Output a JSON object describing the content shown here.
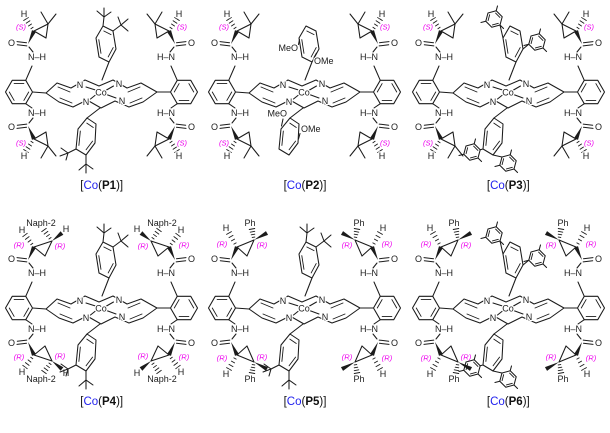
{
  "figure": {
    "background": "#ffffff",
    "grid": "3x2",
    "panel_count": 6
  },
  "colors": {
    "bond": "#1b1b1b",
    "atom_text": "#1b1b1b",
    "stereo_label": "#ee00ee",
    "metal_caption": "#2222ee",
    "caption_text": "#111111"
  },
  "atom_labels": {
    "nitrogen": "N",
    "cobalt": "Co",
    "oxygen": "O",
    "hydrogen": "H",
    "amide_left": "N–H",
    "amide_right": "H–N",
    "methoxy_left": "MeO",
    "methoxy_right": "OMe"
  },
  "stereo_labels": {
    "S": "(S)",
    "R": "(R)"
  },
  "substituent_labels": {
    "naphthyl": "Naph-2",
    "phenyl": "Ph"
  },
  "structures": [
    {
      "id": "co-p1",
      "caption": {
        "prefix": "[",
        "metal": "Co",
        "infix": "(",
        "ligand": "P1",
        "suffix": ")]"
      },
      "stereo": "S",
      "corner_type": "dmcp",
      "axial_type": "dtbp"
    },
    {
      "id": "co-p2",
      "caption": {
        "prefix": "[",
        "metal": "Co",
        "infix": "(",
        "ligand": "P2",
        "suffix": ")]"
      },
      "stereo": "S",
      "corner_type": "dmcp",
      "axial_type": "dmop"
    },
    {
      "id": "co-p3",
      "caption": {
        "prefix": "[",
        "metal": "Co",
        "infix": "(",
        "ligand": "P3",
        "suffix": ")]"
      },
      "stereo": "S",
      "corner_type": "dmcp",
      "axial_type": "dmesp"
    },
    {
      "id": "co-p4",
      "caption": {
        "prefix": "[",
        "metal": "Co",
        "infix": "(",
        "ligand": "P4",
        "suffix": ")]"
      },
      "stereo": "R",
      "corner_type": "naphcp",
      "axial_type": "dtbp",
      "corner_sub": "naphthyl"
    },
    {
      "id": "co-p5",
      "caption": {
        "prefix": "[",
        "metal": "Co",
        "infix": "(",
        "ligand": "P5",
        "suffix": ")]"
      },
      "stereo": "R",
      "corner_type": "phcp",
      "axial_type": "dtbp",
      "corner_sub": "phenyl"
    },
    {
      "id": "co-p6",
      "caption": {
        "prefix": "[",
        "metal": "Co",
        "infix": "(",
        "ligand": "P6",
        "suffix": ")]"
      },
      "stereo": "R",
      "corner_type": "phcp",
      "axial_type": "dmesp",
      "corner_sub": "phenyl"
    }
  ]
}
